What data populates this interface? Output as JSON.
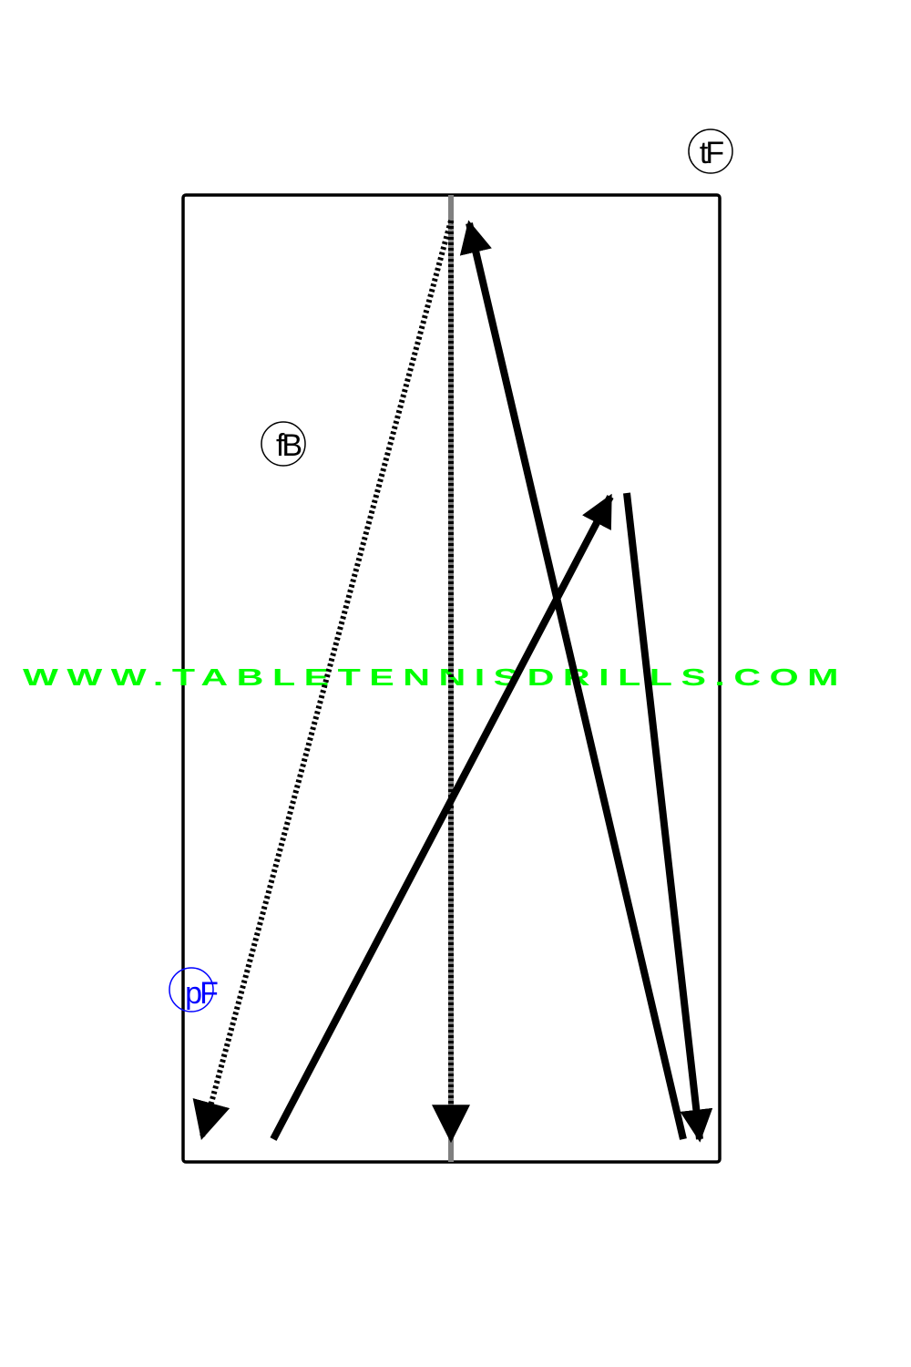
{
  "labels": {
    "top_right": "tF",
    "upper_left": "fB",
    "lower_left": "pF"
  },
  "watermark": "WWW.TABLETENNISDRILLS.COM",
  "colors": {
    "background": "#ffffff",
    "table_border": "#000000",
    "center_line": "#808080",
    "arrow": "#000000",
    "label_default": "#000000",
    "label_player": "#0000ff",
    "watermark": "#00ff00"
  },
  "arrows": [
    {
      "id": "serve-to-far-center",
      "style": "solid"
    },
    {
      "id": "return-to-near-left",
      "style": "dotted"
    },
    {
      "id": "down-center-line",
      "style": "dotted"
    },
    {
      "id": "near-left-to-mid-right",
      "style": "solid"
    },
    {
      "id": "mid-right-to-near-right",
      "style": "solid"
    }
  ]
}
